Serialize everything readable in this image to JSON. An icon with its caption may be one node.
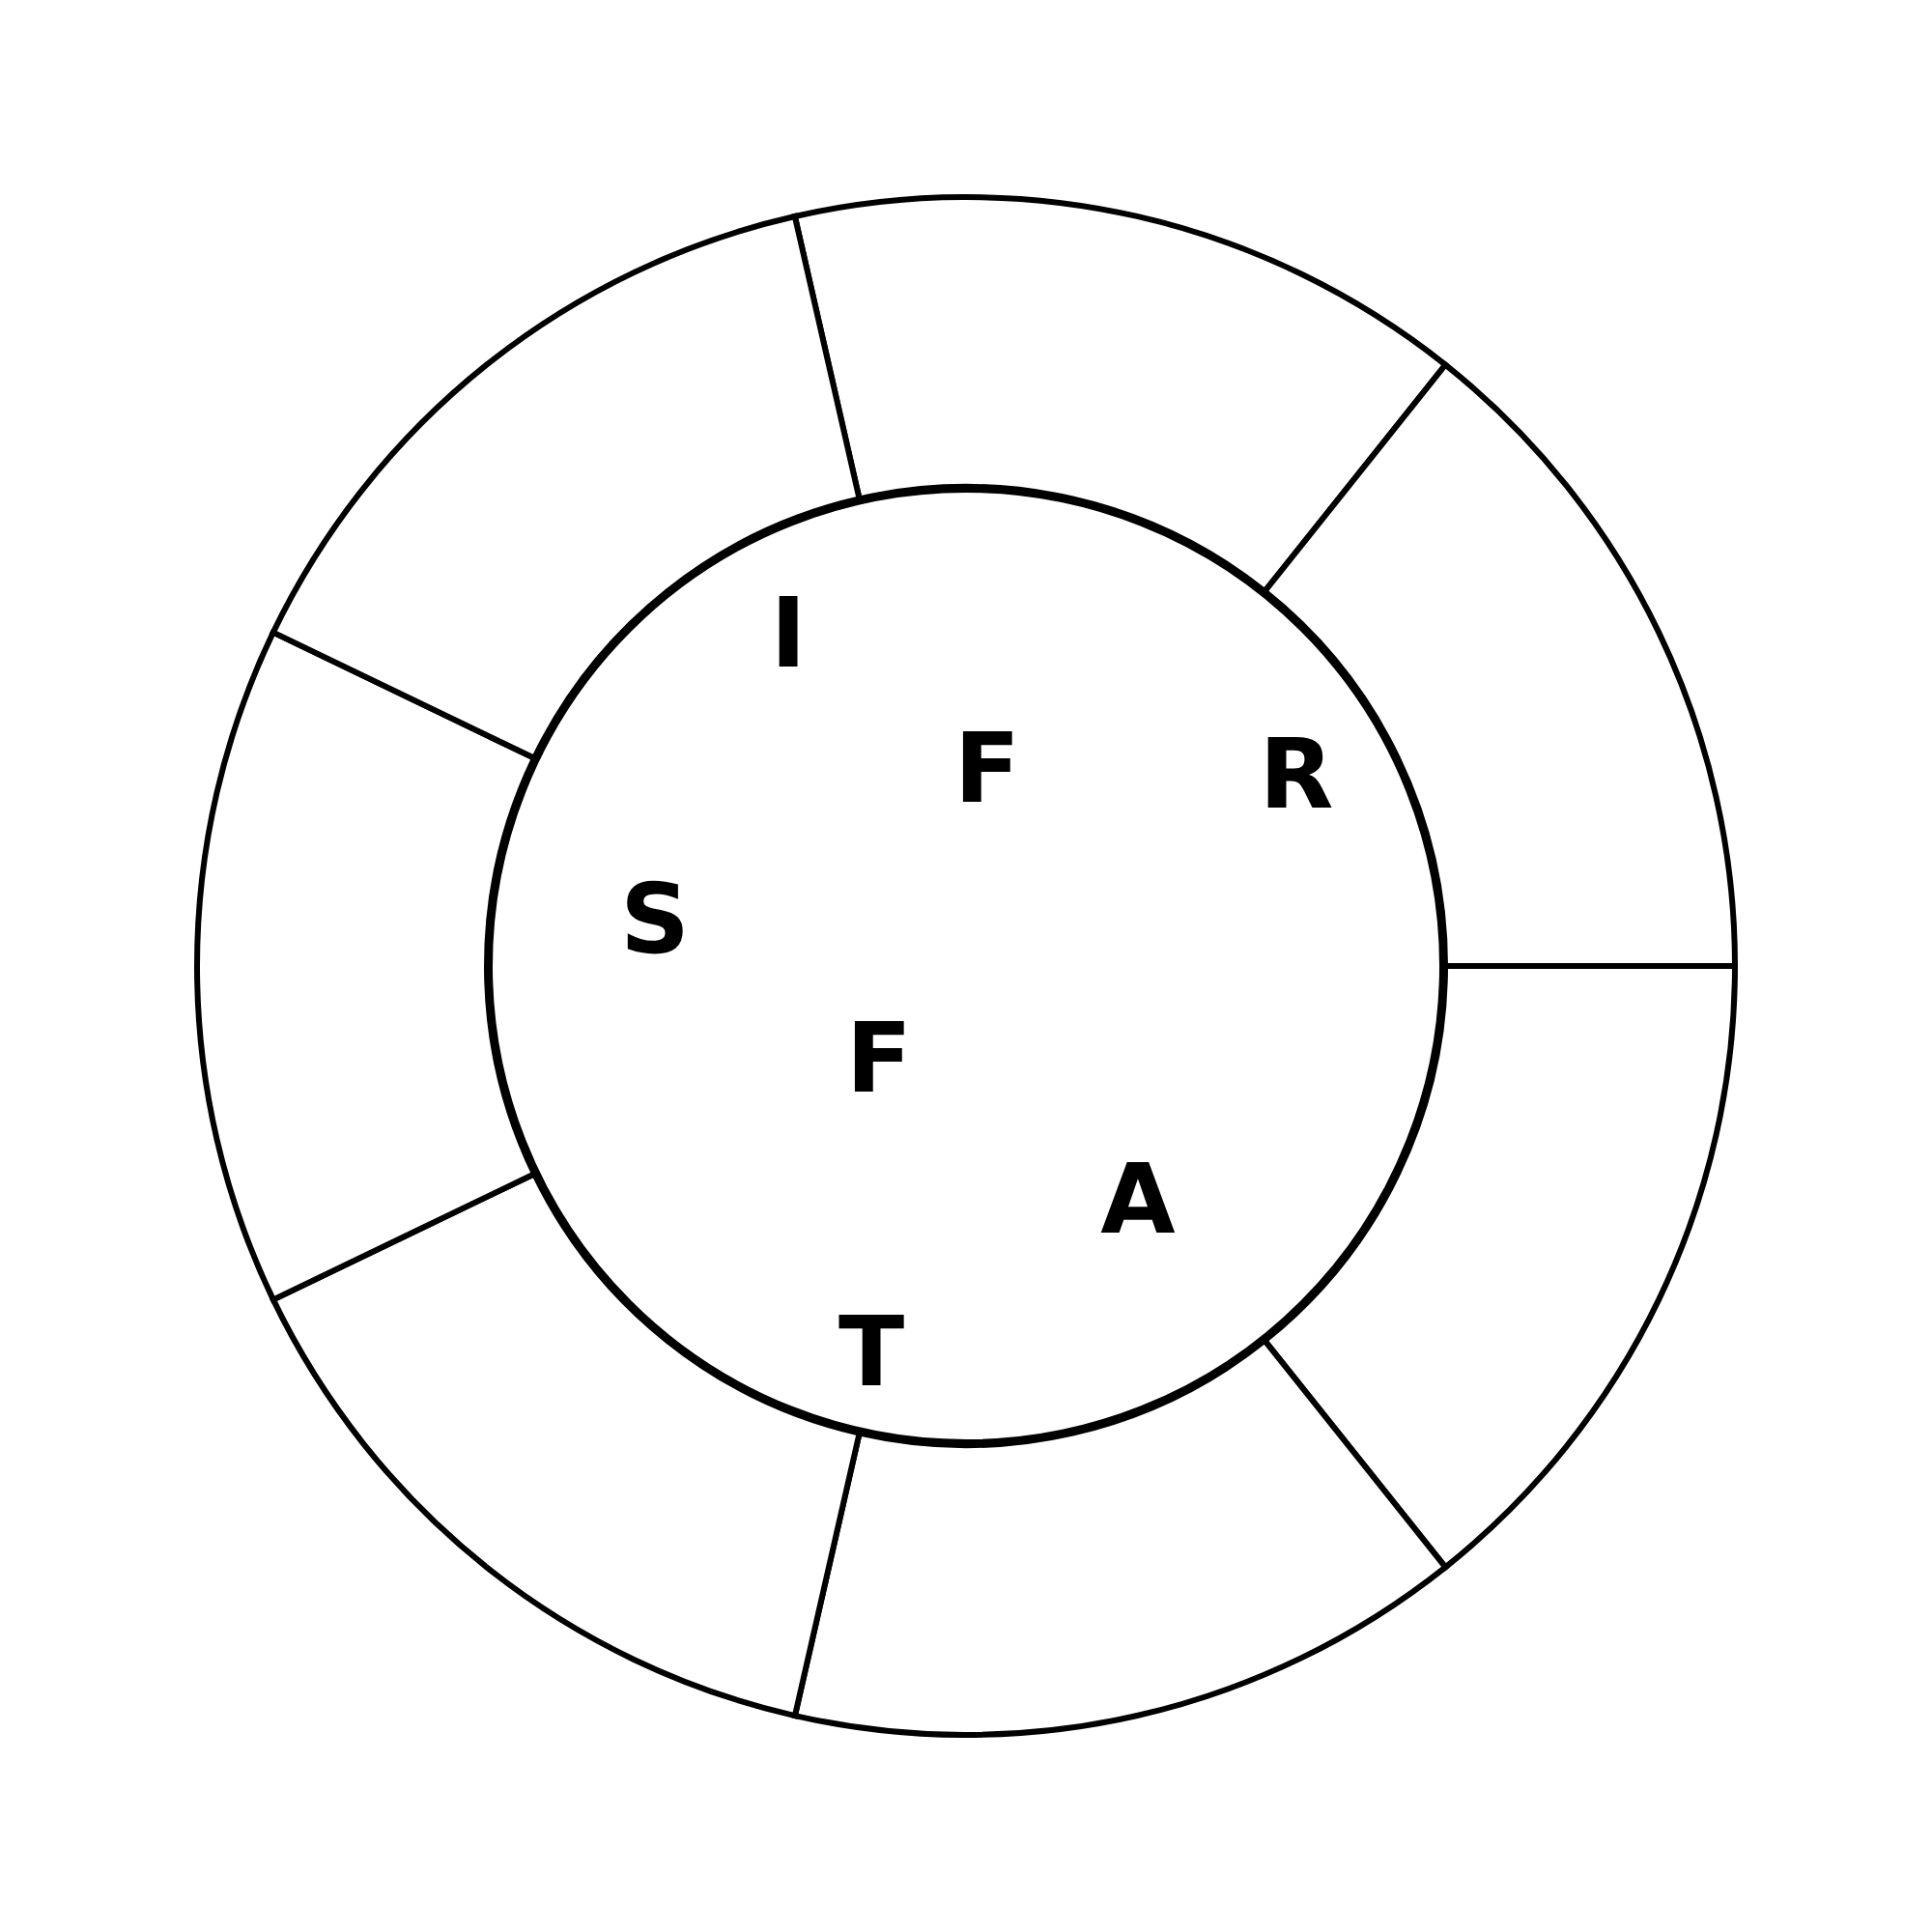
{
  "diagram": {
    "nodes": [
      {
        "text": [
          "I",
          "F",
          "R",
          "S",
          "F",
          "A",
          "T"
        ]
      },
      {
        "text": [],
        "shape": "box"
      },
      {
        "text": [],
        "shape": "box"
      },
      {
        "text": [],
        "shape": "box"
      },
      {
        "text": [],
        "shape": "box"
      },
      {
        "text": [],
        "shape": "box"
      },
      {
        "text": [],
        "shape": "box"
      },
      {
        "text": [],
        "shape": "box"
      }
    ]
  }
}
